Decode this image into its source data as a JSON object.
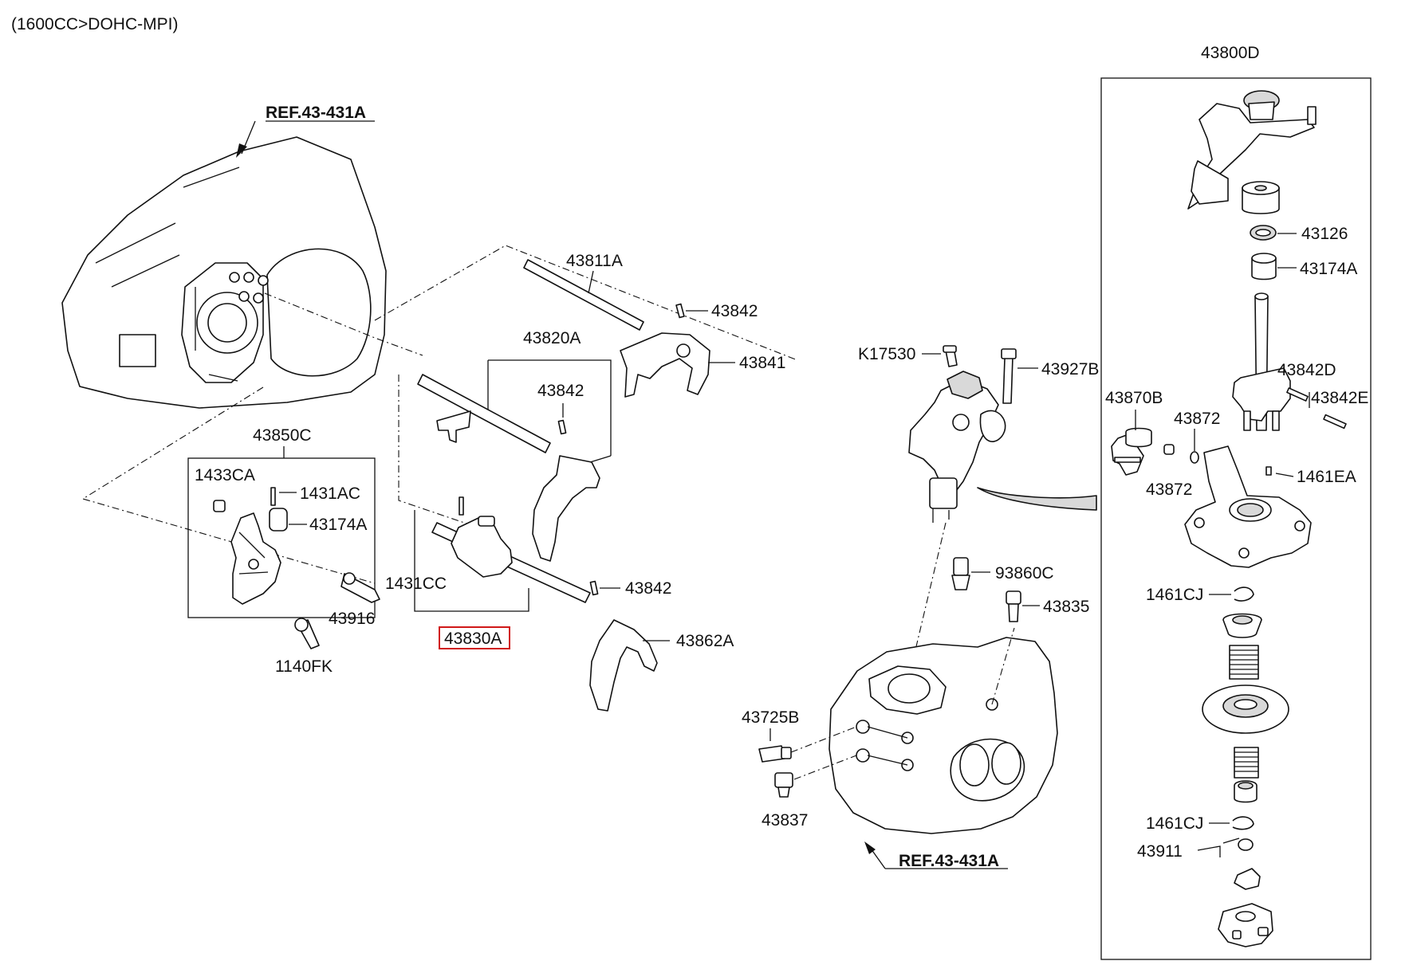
{
  "header": {
    "variant": "(1600CC>DOHC-MPI)"
  },
  "refs": {
    "top": "REF.43-431A",
    "bottom": "REF.43-431A"
  },
  "parts": {
    "p43811A": "43811A",
    "p43842_a": "43842",
    "p43841": "43841",
    "p43820A": "43820A",
    "p43842_b": "43842",
    "p43850C": "43850C",
    "p1433CA": "1433CA",
    "p1431AC": "1431AC",
    "p43174A_left": "43174A",
    "p1431CC": "1431CC",
    "p43842_c": "43842",
    "p43830A": "43830A",
    "p43862A": "43862A",
    "p43916": "43916",
    "p1140FK": "1140FK",
    "pK17530": "K17530",
    "p43927B": "43927B",
    "p93860C": "93860C",
    "p43835": "43835",
    "p43725B": "43725B",
    "p43837": "43837",
    "p43800D": "43800D",
    "p43126": "43126",
    "p43174A_right": "43174A",
    "p43842D": "43842D",
    "p43842E": "43842E",
    "p43870B": "43870B",
    "p43872_a": "43872",
    "p43872_b": "43872",
    "p1461EA": "1461EA",
    "p1461CJ_a": "1461CJ",
    "p1461CJ_b": "1461CJ",
    "p43911": "43911"
  },
  "highlight": {
    "part": "43830A",
    "color": "#d01818"
  }
}
